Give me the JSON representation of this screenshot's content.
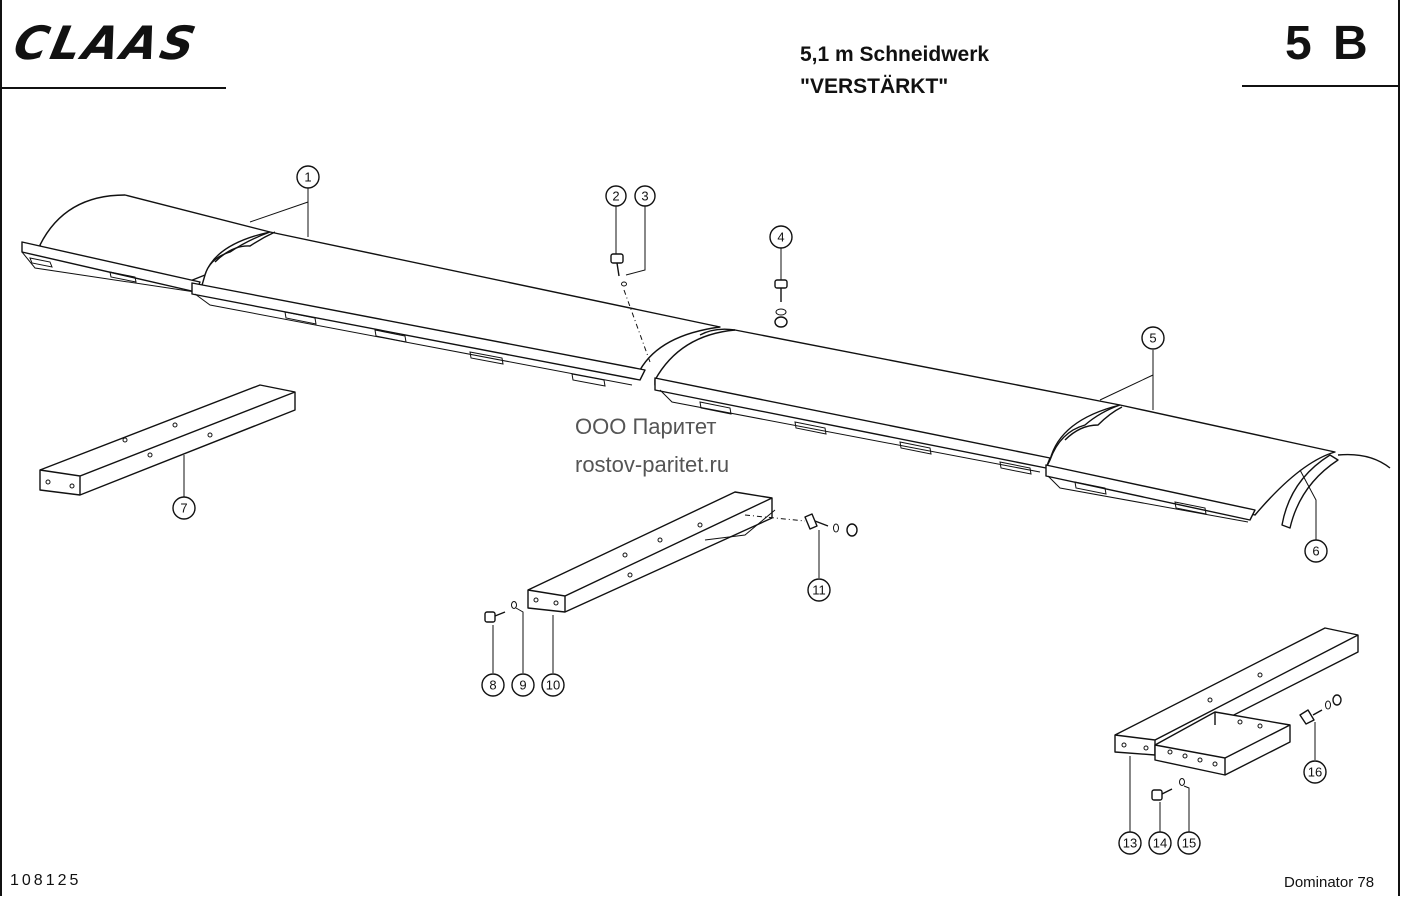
{
  "header": {
    "brand": "CLAAS",
    "title_line1": "5,1 m Schneidwerk",
    "title_line2": "\"VERSTÄRKT\"",
    "page_code": "5 B"
  },
  "footer": {
    "document_number": "108125",
    "model": "Dominator 78"
  },
  "watermark": {
    "line1": "ООО Паритет",
    "line2": "rostov-paritet.ru"
  },
  "callouts": [
    "1",
    "2",
    "3",
    "4",
    "5",
    "6",
    "7",
    "8",
    "9",
    "10",
    "11",
    "13",
    "14",
    "15",
    "16"
  ]
}
